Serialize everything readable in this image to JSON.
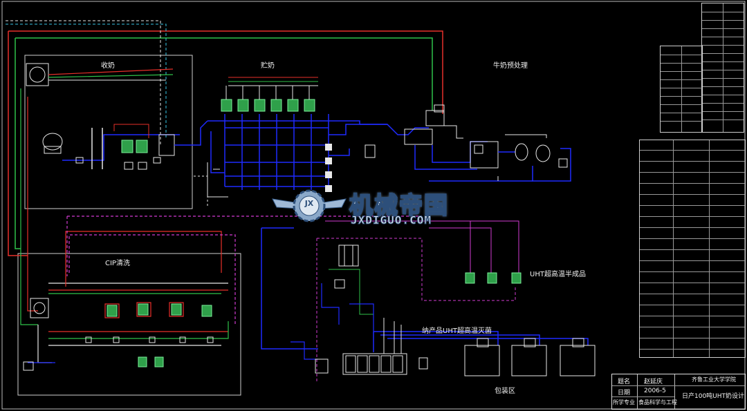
{
  "labels": {
    "receiving": "收奶",
    "storage": "贮奶",
    "pretreatment": "牛奶预处理",
    "cip": "CIP清洗",
    "uht_product": "UHT超高温半成品",
    "uht_filling": "纳产品UHT超高温灭菌",
    "packaging": "包装区"
  },
  "watermark": {
    "main": "机械帝国",
    "sub": "JXDIGUO.COM",
    "badge": "JX"
  },
  "title_block": {
    "name_label": "题名",
    "name_value": "赵延庆",
    "date_label": "日期",
    "date_value": "2006-5",
    "major_label": "所学专业",
    "major_value": "食品科学与工程",
    "school": "齐鲁工业大学学院",
    "project": "日产100吨UHT奶设计"
  },
  "colors": {
    "pipe_blue": "#1f2bff",
    "pipe_red": "#e8302a",
    "pipe_green": "#2fc24a",
    "pipe_magenta": "#d23bd2",
    "pipe_cyan": "#37c9e8",
    "pipe_white": "#e9e9e9",
    "equipment_green": "#3ed36b"
  }
}
